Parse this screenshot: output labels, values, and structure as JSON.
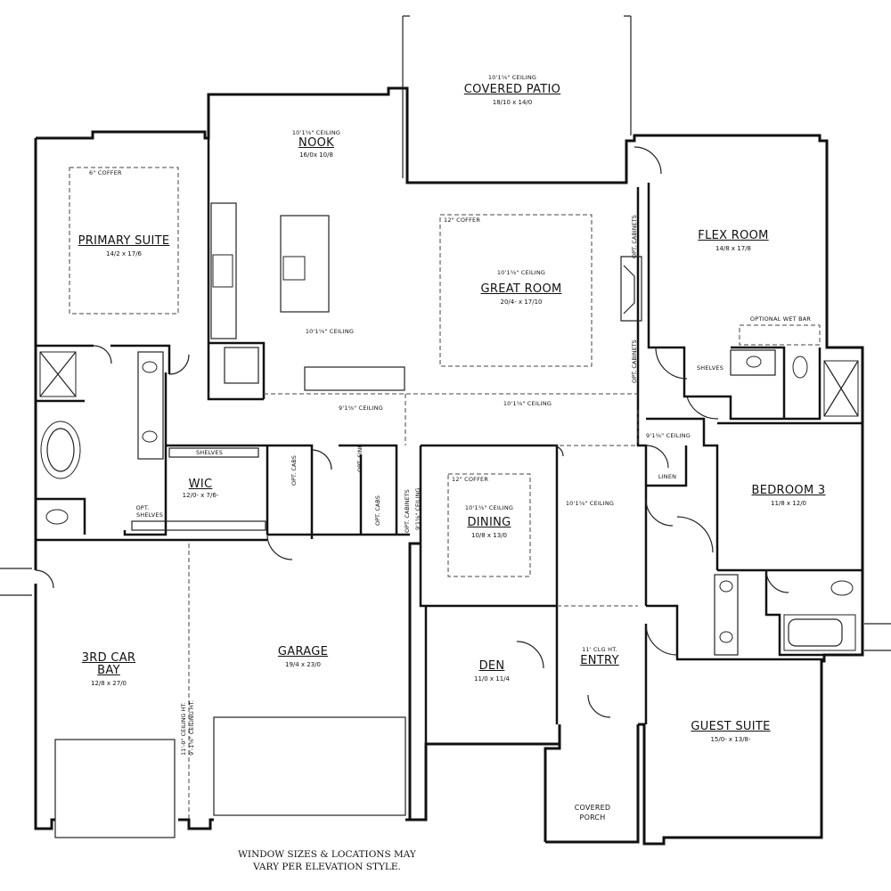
{
  "rooms": {
    "covered_patio": {
      "ceiling": "10'1⅝\" CEILING",
      "name": "COVERED PATIO",
      "dim": "18/10 x 14/0"
    },
    "nook": {
      "ceiling": "10'1⅝\" CEILING",
      "name": "NOOK",
      "dim": "16/0x 10/8"
    },
    "primary_suite": {
      "coffer": "6\" COFFER",
      "name": "PRIMARY SUITE",
      "dim": "14/2 x 17/6"
    },
    "great_room": {
      "coffer": "12\" COFFER",
      "ceiling": "10'1⅝\" CEILING",
      "name": "GREAT ROOM",
      "dim": "20/4- x 17/10"
    },
    "flex_room": {
      "name": "FLEX ROOM",
      "dim": "14/8 x 17/8",
      "wet_bar": "OPTIONAL WET BAR"
    },
    "wic": {
      "name": "WIC",
      "dim": "12/0- x 7/6-"
    },
    "bedroom3": {
      "name": "BEDROOM 3",
      "dim": "11/8 x 12/0"
    },
    "dining": {
      "coffer": "12\" COFFER",
      "ceiling": "10'1⅝\" CEILING",
      "name": "DINING",
      "dim": "10/8 x 13/0"
    },
    "third_car": {
      "name_line1": "3RD CAR",
      "name_line2": "BAY",
      "dim": "12/8 x 27/0"
    },
    "garage": {
      "name": "GARAGE",
      "dim": "19/4 x 23/0"
    },
    "den": {
      "name": "DEN",
      "dim": "11/0 x 11/4"
    },
    "entry": {
      "ceiling": "11' CLG HT.",
      "name": "ENTRY"
    },
    "guest_suite": {
      "name": "GUEST SUITE",
      "dim": "15/0- x 13/8-"
    },
    "covered_porch": {
      "line1": "COVERED",
      "line2": "PORCH"
    }
  },
  "notes": {
    "kitchen_ceiling": "10'1⅝\" CEILING",
    "hall_ceiling_west": "9'1⅝\" CEILING",
    "hall_ceiling_center": "10'1⅝\" CEILING",
    "hall_ceiling_east": "9'1⅝\" CEILING",
    "foyer_ceiling": "10'1⅝\" CEILING",
    "shelves_wic": "SHELVES",
    "opt_shelves_1": "OPT.",
    "opt_shelves_2": "SHELVES",
    "shelves_flex": "SHELVES",
    "linen": "LINEN",
    "opt_cabinets_1": "OPT. CABINETS",
    "opt_cabinets_2": "OPT. CABINETS",
    "opt_cabs": "OPT. CABS",
    "opt_sink": "OPT. SINK",
    "opt_cabs_2": "OPT. CABS",
    "opt_cabinets_dining": "OPT. CABINETS",
    "dining_ceiling_side": "9'1⅝\" CEILING",
    "garage_ceiling_1": "11'-0\" CEILING HT.",
    "garage_ceiling_2": "9'-1⅝\" CEILING HT."
  },
  "footer": {
    "line1": "WINDOW SIZES & LOCATIONS MAY",
    "line2": "VARY PER ELEVATION STYLE."
  }
}
